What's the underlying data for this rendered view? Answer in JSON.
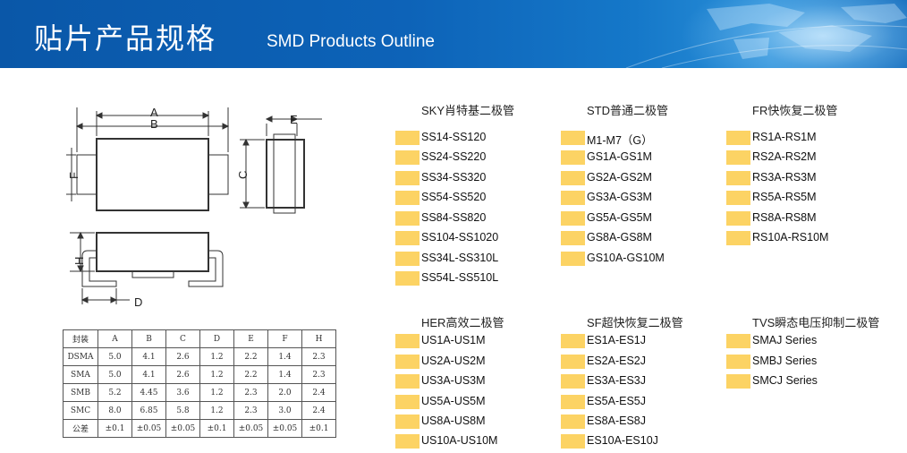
{
  "header": {
    "title_cn": "贴片产品规格",
    "title_en": "SMD Products Outline"
  },
  "colors": {
    "banner": "#0d63b8",
    "swatch": "#fcd364"
  },
  "diagram": {
    "labels": {
      "a": "A",
      "b": "B",
      "c": "C",
      "d": "D",
      "e": "E",
      "f": "F",
      "h": "H"
    }
  },
  "spec_table": {
    "headers": [
      "封装",
      "A",
      "B",
      "C",
      "D",
      "E",
      "F",
      "H"
    ],
    "rows": [
      [
        "DSMA",
        "5.0",
        "4.1",
        "2.6",
        "1.2",
        "2.2",
        "1.4",
        "2.3"
      ],
      [
        "SMA",
        "5.0",
        "4.1",
        "2.6",
        "1.2",
        "2.2",
        "1.4",
        "2.3"
      ],
      [
        "SMB",
        "5.2",
        "4.45",
        "3.6",
        "1.2",
        "2.3",
        "2.0",
        "2.4"
      ],
      [
        "SMC",
        "8.0",
        "6.85",
        "5.8",
        "1.2",
        "2.3",
        "3.0",
        "2.4"
      ],
      [
        "公差",
        "±0.1",
        "±0.05",
        "±0.05",
        "±0.1",
        "±0.05",
        "±0.05",
        "±0.1"
      ]
    ]
  },
  "groups": [
    {
      "heading": "SKY肖特基二极管",
      "items": [
        "SS14-SS120",
        "SS24-SS220",
        "SS34-SS320",
        "SS54-SS520",
        "SS84-SS820",
        "SS104-SS1020",
        "SS34L-SS310L",
        "SS54L-SS510L"
      ]
    },
    {
      "heading": "STD普通二极管",
      "items": [
        "M1-M7（G）",
        "GS1A-GS1M",
        "GS2A-GS2M",
        "GS3A-GS3M",
        "GS5A-GS5M",
        "GS8A-GS8M",
        "GS10A-GS10M"
      ]
    },
    {
      "heading": "FR快恢复二极管",
      "items": [
        "RS1A-RS1M",
        "RS2A-RS2M",
        "RS3A-RS3M",
        "RS5A-RS5M",
        "RS8A-RS8M",
        "RS10A-RS10M"
      ]
    },
    {
      "heading": "HER高效二极管",
      "items": [
        "US1A-US1M",
        "US2A-US2M",
        "US3A-US3M",
        "US5A-US5M",
        "US8A-US8M",
        "US10A-US10M"
      ]
    },
    {
      "heading": "SF超快恢复二极管",
      "items": [
        "ES1A-ES1J",
        "ES2A-ES2J",
        "ES3A-ES3J",
        "ES5A-ES5J",
        "ES8A-ES8J",
        "ES10A-ES10J"
      ]
    },
    {
      "heading": "TVS瞬态电压抑制二极管",
      "items": [
        "SMAJ Series",
        "SMBJ Series",
        "SMCJ Series"
      ]
    }
  ]
}
